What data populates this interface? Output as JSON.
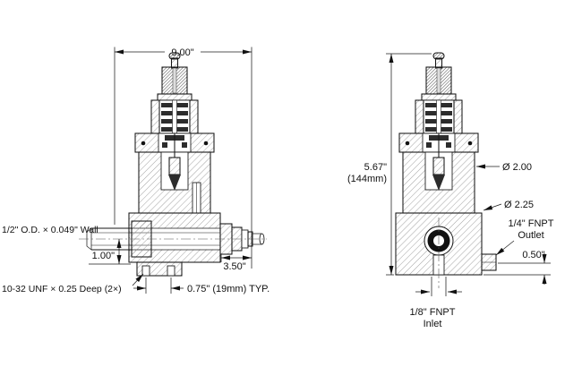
{
  "drawing": {
    "colors": {
      "ink": "#111111",
      "paper": "#ffffff"
    },
    "left_view": {
      "overall_width": "9.00\"",
      "tube_spec": "1/2\" O.D. × 0.049\" Wall",
      "port_height": "1.00\"",
      "tap_spec": "10-32 UNF × 0.25 Deep (2×)",
      "fitting_length": "3.50\"",
      "hole_spacing": "0.75\" (19mm) TYP."
    },
    "right_view": {
      "overall_height_in": "5.67\"",
      "overall_height_mm": "(144mm)",
      "body_diameter": "Ø 2.00",
      "base_diameter": "Ø 2.25",
      "outlet_line1": "1/4\" FNPT",
      "outlet_line2": "Outlet",
      "outlet_offset": "0.50\"",
      "inlet_line1": "1/8\" FNPT",
      "inlet_line2": "Inlet"
    }
  }
}
